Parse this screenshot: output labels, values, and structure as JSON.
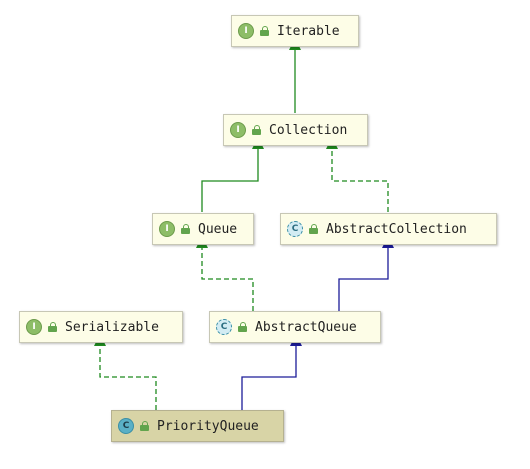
{
  "nodes": {
    "iterable": {
      "label": "Iterable",
      "badge": "I",
      "kind": "interface"
    },
    "collection": {
      "label": "Collection",
      "badge": "I",
      "kind": "interface"
    },
    "queue": {
      "label": "Queue",
      "badge": "I",
      "kind": "interface"
    },
    "abstract_collection": {
      "label": "AbstractCollection",
      "badge": "C",
      "kind": "abstract-class"
    },
    "serializable": {
      "label": "Serializable",
      "badge": "I",
      "kind": "interface"
    },
    "abstract_queue": {
      "label": "AbstractQueue",
      "badge": "C",
      "kind": "abstract-class"
    },
    "priority_queue": {
      "label": "PriorityQueue",
      "badge": "C",
      "kind": "class",
      "selected": true
    }
  },
  "edges": [
    {
      "from": "collection",
      "to": "iterable",
      "type": "extends-interface"
    },
    {
      "from": "queue",
      "to": "collection",
      "type": "extends-interface"
    },
    {
      "from": "abstract_collection",
      "to": "collection",
      "type": "implements"
    },
    {
      "from": "abstract_queue",
      "to": "queue",
      "type": "implements"
    },
    {
      "from": "abstract_queue",
      "to": "abstract_collection",
      "type": "extends-class"
    },
    {
      "from": "priority_queue",
      "to": "serializable",
      "type": "implements"
    },
    {
      "from": "priority_queue",
      "to": "abstract_queue",
      "type": "extends-class"
    }
  ],
  "colors": {
    "interface_edge": "#1f8a1f",
    "class_edge": "#1c1c99",
    "node_fill": "#fdfde7",
    "selected_fill": "#d8d4a6"
  },
  "icons": {
    "interface": "interface-badge-icon",
    "class": "class-badge-icon",
    "abstract-class": "abstract-class-badge-icon",
    "visibility": "public-lock-icon"
  }
}
